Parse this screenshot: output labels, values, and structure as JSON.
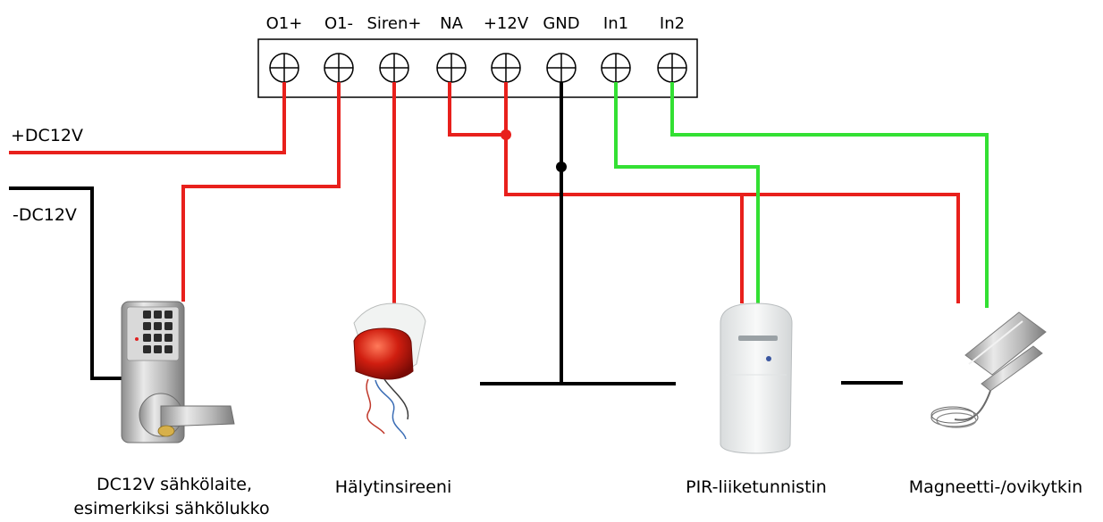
{
  "terminal_block": {
    "terminals": [
      "O1+",
      "O1-",
      "Siren+",
      "NA",
      "+12V",
      "GND",
      "In1",
      "In2"
    ]
  },
  "supply": {
    "positive_label": "+DC12V",
    "negative_label": "-DC12V"
  },
  "devices": {
    "lock": {
      "label_line1": "DC12V sähkölaite,",
      "label_line2": "esimerkiksi sähkölukko"
    },
    "siren": {
      "label": "Hälytinsireeni"
    },
    "pir": {
      "label": "PIR-liiketunnistin"
    },
    "magnet": {
      "label": "Magneetti-/ovikytkin"
    }
  },
  "colors": {
    "positive_wire": "#e8201c",
    "signal_wire": "#33e033",
    "ground_wire": "#000000"
  }
}
